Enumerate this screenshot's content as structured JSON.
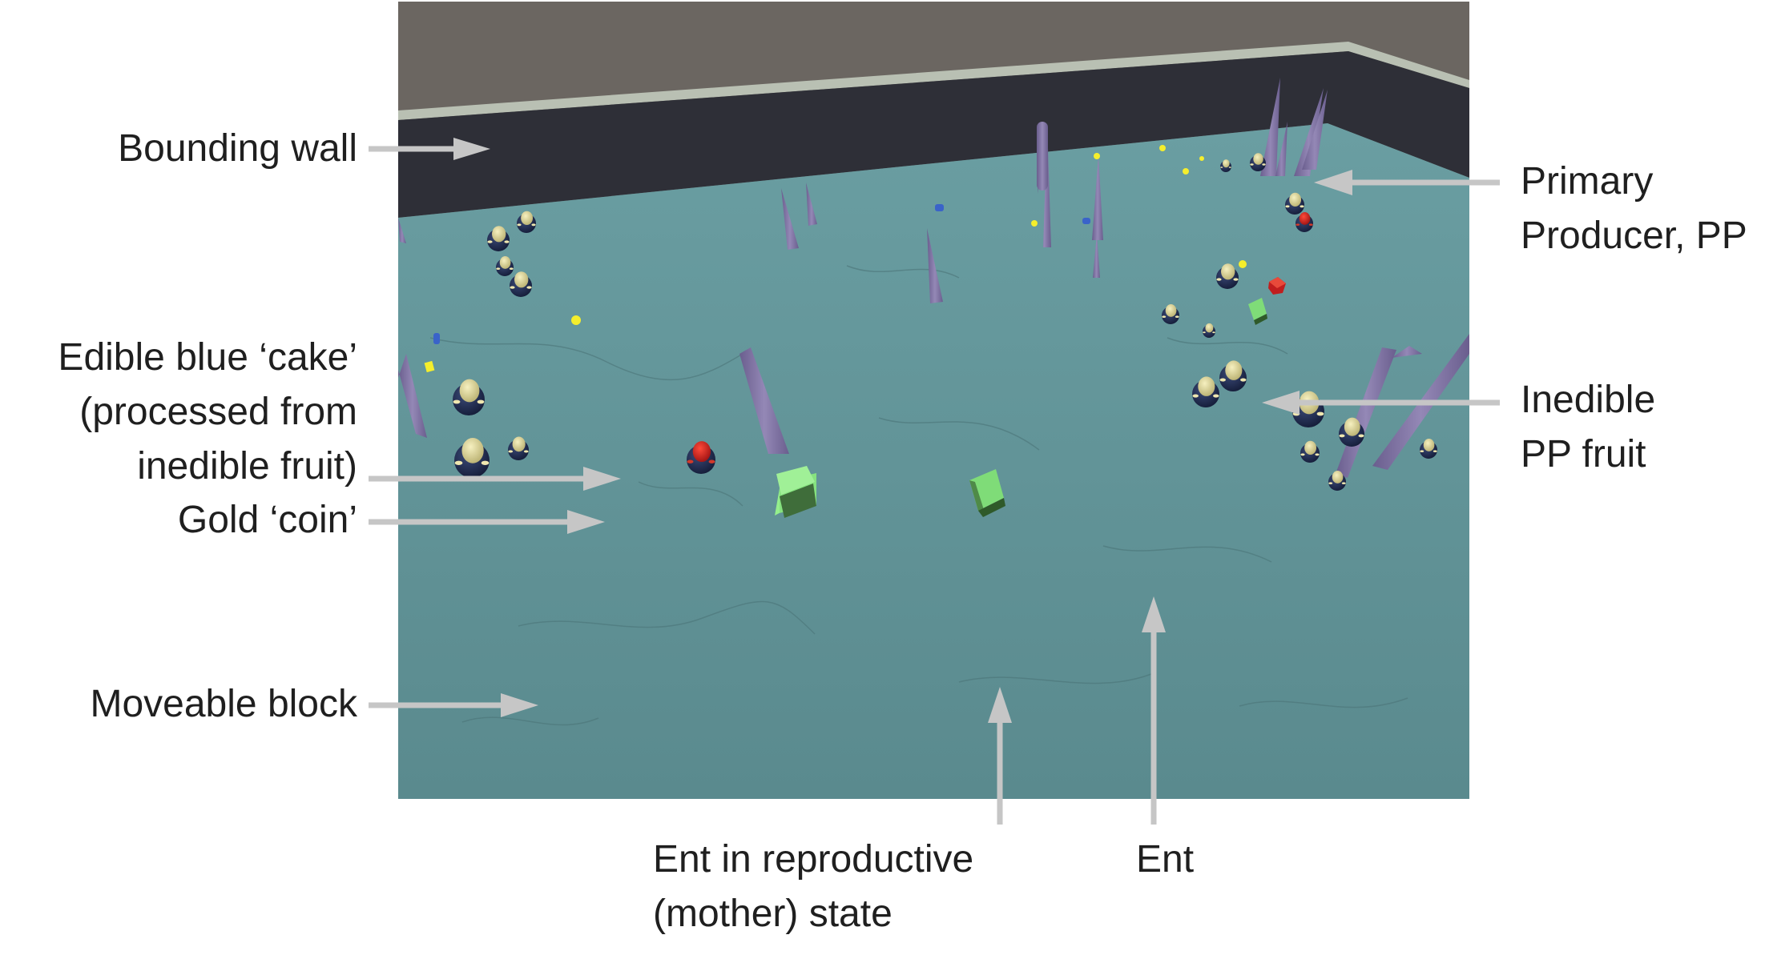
{
  "annotations": {
    "bounding_wall": "Bounding wall",
    "primary_producer": [
      "Primary",
      "Producer, PP"
    ],
    "edible_cake": [
      "Edible blue ‘cake’",
      "(processed from",
      "inedible fruit)"
    ],
    "gold_coin": "Gold ‘coin’",
    "inedible_fruit": [
      "Inedible",
      "PP fruit"
    ],
    "moveable_block": "Moveable block",
    "ent_mother": [
      "Ent in reproductive",
      "(mother) state"
    ],
    "ent": "Ent"
  },
  "colors": {
    "floor": "#5f8f93",
    "wall": "#2e2f37",
    "wall_top": "#b9c0b3",
    "backdrop": "#6b6661",
    "pp_stalk": "#7e72a0",
    "ent_body": "#1f2b50",
    "ent_head": "#e3dca0",
    "mother_head": "#c8201e",
    "block": "#7fdc78",
    "coin": "#f5ee2c",
    "cake": "#3a63c9",
    "fruit": "#c01e1e",
    "arrow": "#c6c6c6"
  }
}
